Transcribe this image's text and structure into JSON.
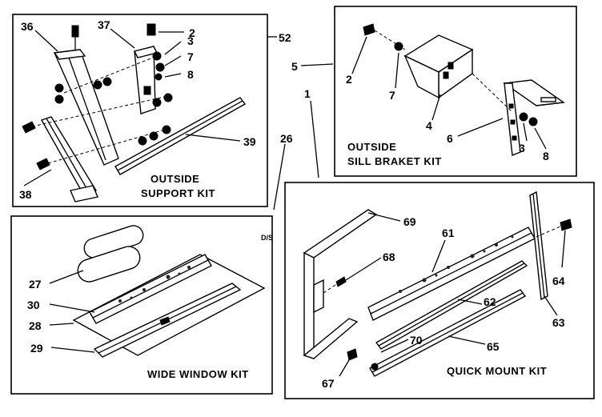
{
  "kits": {
    "outside_support": {
      "title_line1": "OUTSIDE",
      "title_line2": "SUPPORT KIT"
    },
    "sill_bracket": {
      "title_line1": "OUTSIDE",
      "title_line2": "SILL BRAKET KIT"
    },
    "wide_window": {
      "title": "WIDE WINDOW KIT"
    },
    "quick_mount": {
      "title": "QUICK MOUNT KIT"
    }
  },
  "misc": {
    "ds_label": "D/S"
  },
  "callouts": {
    "c36": "36",
    "c37": "37",
    "c2a": "2",
    "c3a": "3",
    "c7a": "7",
    "c8a": "8",
    "c52": "52",
    "c39": "39",
    "c38": "38",
    "c5": "5",
    "c2b": "2",
    "c7b": "7",
    "c4": "4",
    "c6": "6",
    "c3b": "3",
    "c8b": "8",
    "c1": "1",
    "c26": "26",
    "c27": "27",
    "c30": "30",
    "c28": "28",
    "c29": "29",
    "c69": "69",
    "c61": "61",
    "c68": "68",
    "c62": "62",
    "c64": "64",
    "c63": "63",
    "c70": "70",
    "c65": "65",
    "c67": "67"
  }
}
